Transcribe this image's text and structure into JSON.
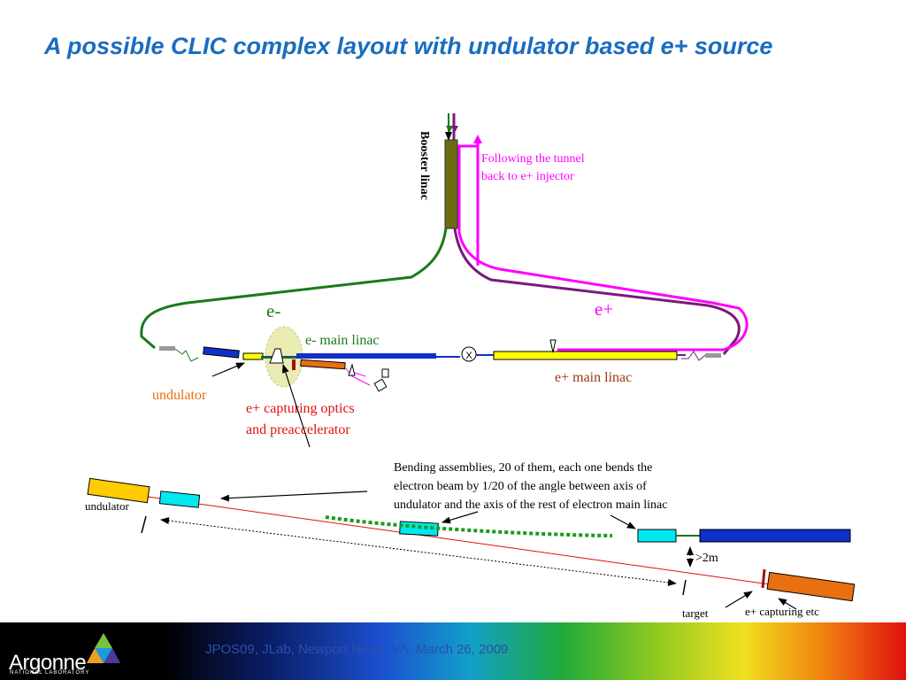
{
  "title": "A possible CLIC complex layout with undulator based e+ source",
  "labels": {
    "booster_linac": "Booster linac",
    "following_tunnel_line1": "Following the tunnel",
    "following_tunnel_line2": "back to e+ injector",
    "e_minus": "e-",
    "e_plus": "e+",
    "e_minus_main_linac": "e- main linac",
    "e_plus_main_linac": "e+ main linac",
    "undulator": "undulator",
    "capturing_line1": "e+ capturing optics",
    "capturing_line2": "and preaccelerator",
    "bending_line1": "Bending assemblies, 20 of them,  each one bends the",
    "bending_line2": "electron beam by 1/20 of the angle between axis of",
    "bending_line3": "undulator and the axis of the rest of electron main linac",
    "undulator_detail": "undulator",
    "two_m": ">2m",
    "target": "target",
    "capturing_etc": "e+ capturing etc",
    "cross_marker": "X"
  },
  "footer": {
    "logo_name": "Argonne",
    "logo_sub": "NATIONAL LABORATORY",
    "date_text": "JPOS09, JLab, Newport News, VA,  March 26, 2009"
  },
  "colors": {
    "title": "#1a6dbf",
    "e_minus_line": "#1a7a1a",
    "e_plus_line": "#ff00ff",
    "purple_line": "#7a1a7a",
    "booster": "#6b6b10",
    "main_linac_blue": "#1030c8",
    "e_plus_linac_yellow": "#ffff00",
    "undulator_orange": "#e87010",
    "capturing_red": "#e01010",
    "cyan_box": "#00e8f0"
  }
}
